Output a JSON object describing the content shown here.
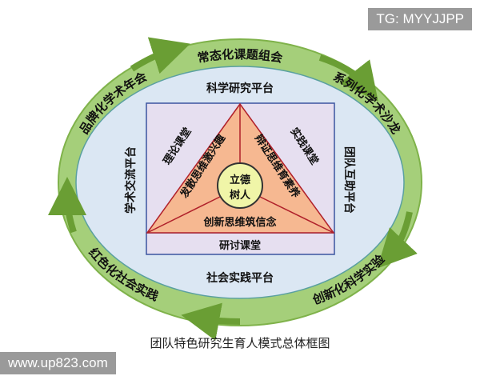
{
  "ring": {
    "top": "常态化课题组会",
    "right": "系列化学术沙龙",
    "bottom_right": "创新化科学实验",
    "bottom_left": "红色化社会实践",
    "left": "品牌化学术年会"
  },
  "platforms": {
    "top": "科学研究平台",
    "bottom": "社会实践平台",
    "left": "学术交流平台",
    "right": "团队互助平台"
  },
  "classrooms": {
    "left": "理论课堂",
    "right": "实践课堂",
    "bottom": "研讨课堂"
  },
  "triangle": {
    "left": "发散思维激兴趣",
    "right": "辩证思维育素养",
    "bottom": "创新思维筑信念"
  },
  "core": {
    "line1": "立德",
    "line2": "树人"
  },
  "caption": "团队特色研究生育人模式总体框图",
  "watermarks": {
    "top_right": "TG: MYYJJPP",
    "bottom_left": "www.up823.com"
  },
  "colors": {
    "ring": "#7fb24a",
    "inner": "#dbe7f3",
    "rect": "#e6dff0",
    "triangle": "#f6b891",
    "core": "#f0f5a8",
    "lines": "#b0202a"
  }
}
